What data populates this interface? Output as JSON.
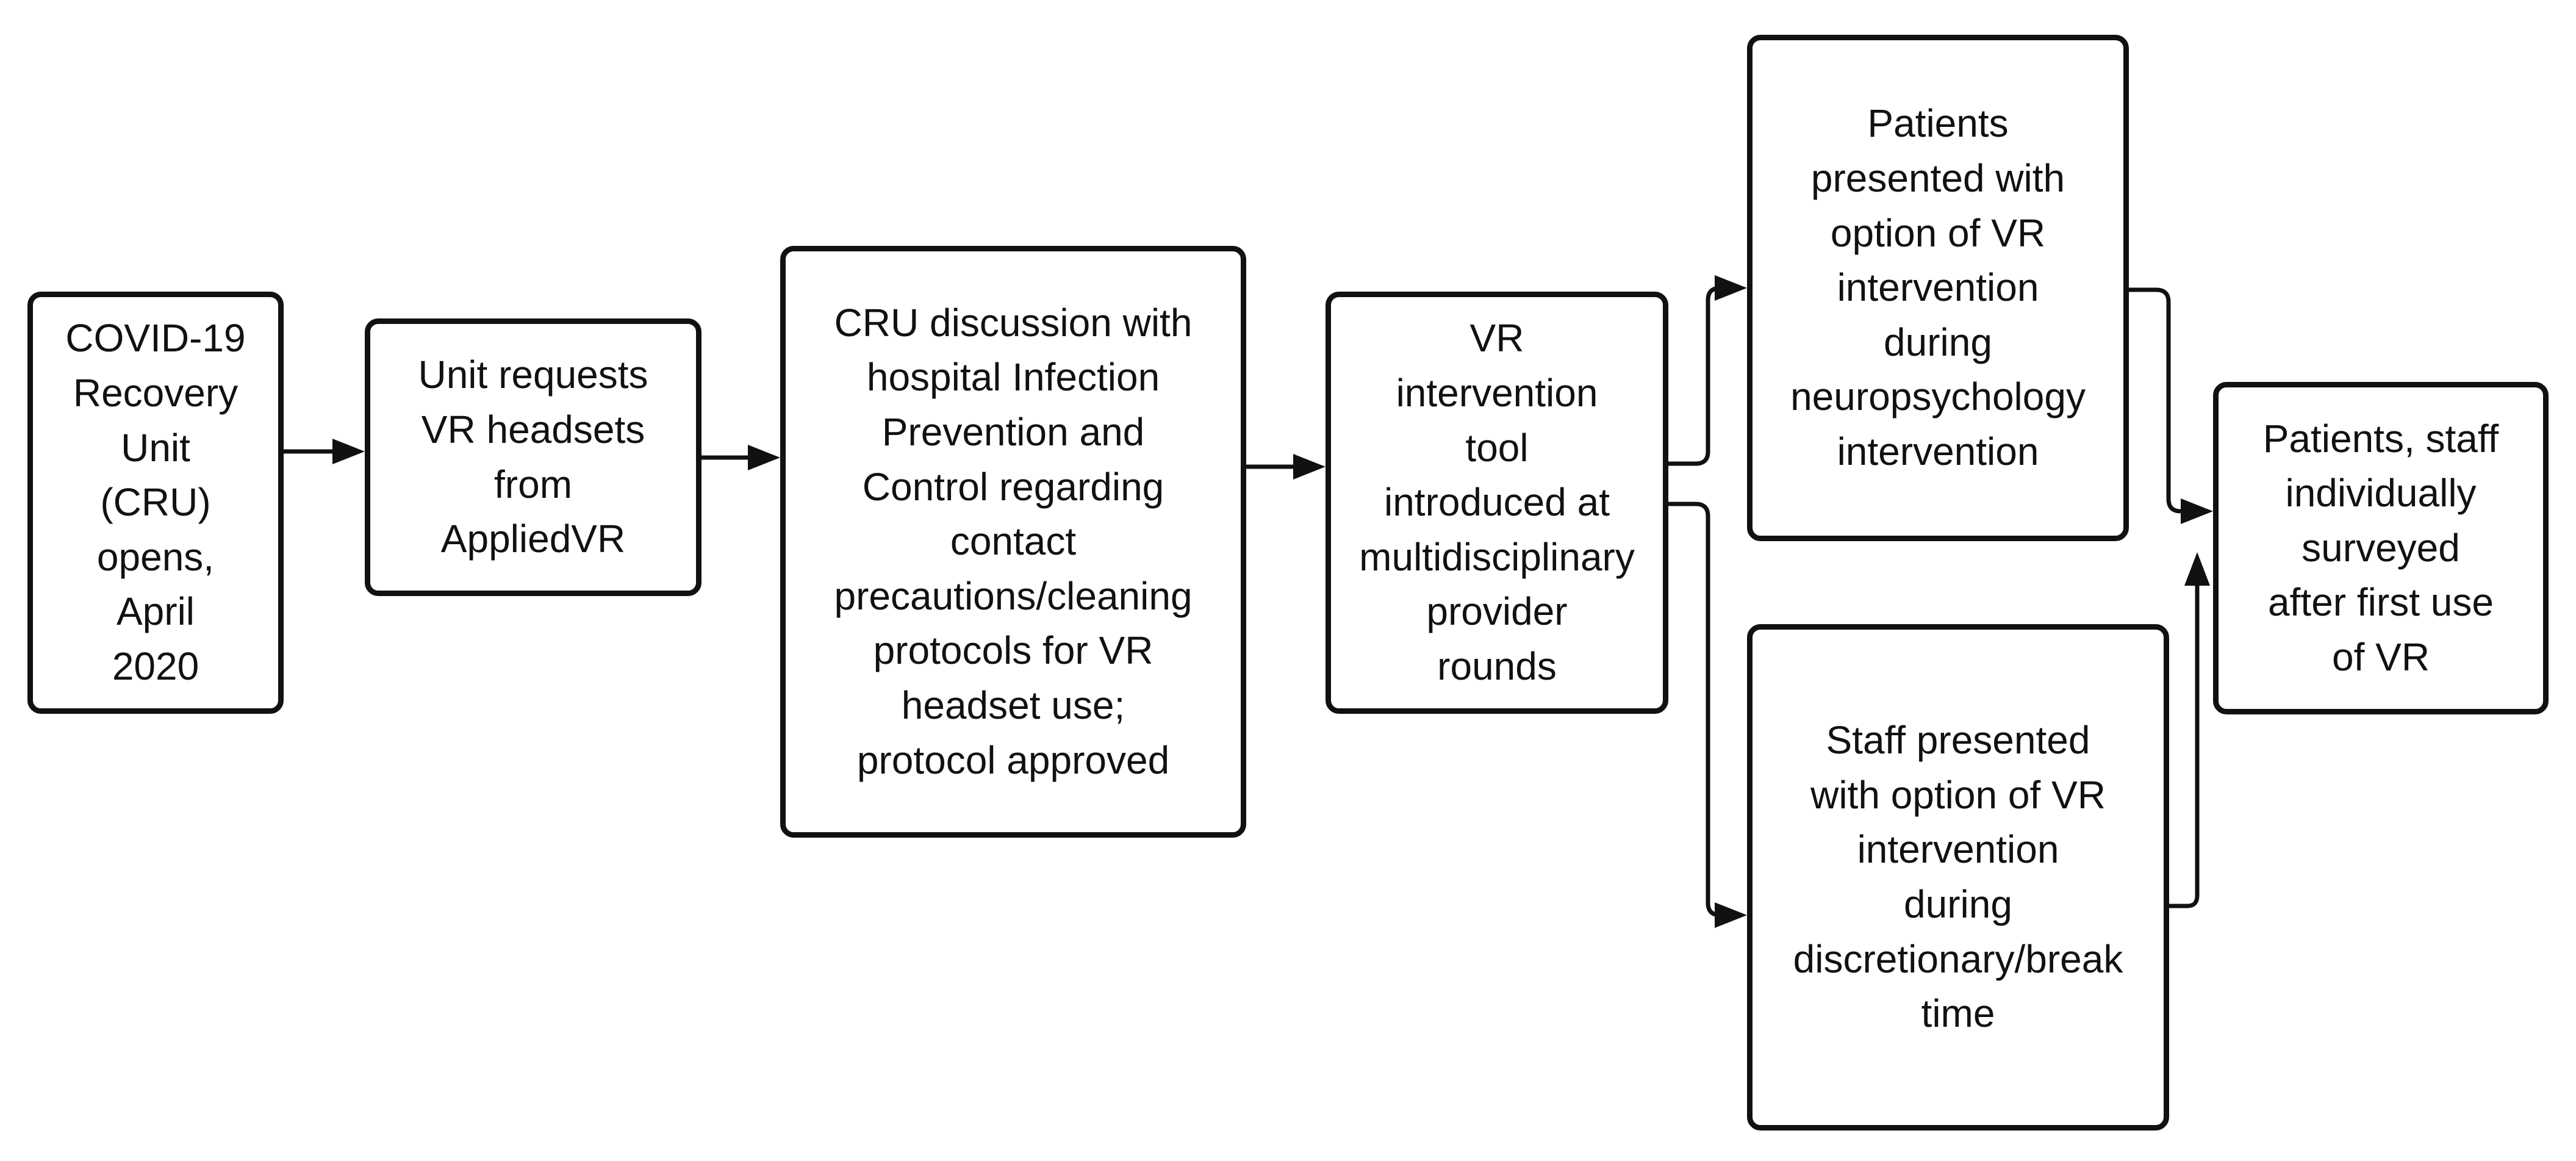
{
  "diagram": {
    "nodes": [
      {
        "id": "cru-opens",
        "text": "COVID-19\nRecovery\nUnit\n(CRU)\nopens,\nApril\n2020"
      },
      {
        "id": "unit-requests",
        "text": "Unit requests\nVR headsets\nfrom\nAppliedVR"
      },
      {
        "id": "cru-discussion",
        "text": "CRU discussion with\nhospital Infection\nPrevention and\nControl regarding\ncontact\nprecautions/cleaning\nprotocols for VR\nheadset use;\nprotocol approved"
      },
      {
        "id": "vr-tool",
        "text": "VR\nintervention\ntool\nintroduced at\nmultidisciplinary\nprovider\nrounds"
      },
      {
        "id": "patients-presented",
        "text": "Patients\npresented with\noption of VR\nintervention\nduring\nneuropsychology\nintervention"
      },
      {
        "id": "staff-presented",
        "text": "Staff presented\nwith option of VR\nintervention\nduring\ndiscretionary/break\ntime"
      },
      {
        "id": "surveyed",
        "text": "Patients, staff\nindividually\nsurveyed\nafter first use\nof VR"
      }
    ],
    "edges": [
      {
        "from": "cru-opens",
        "to": "unit-requests"
      },
      {
        "from": "unit-requests",
        "to": "cru-discussion"
      },
      {
        "from": "cru-discussion",
        "to": "vr-tool"
      },
      {
        "from": "vr-tool",
        "to": "patients-presented"
      },
      {
        "from": "vr-tool",
        "to": "staff-presented"
      },
      {
        "from": "patients-presented",
        "to": "surveyed"
      },
      {
        "from": "staff-presented",
        "to": "surveyed"
      }
    ]
  }
}
